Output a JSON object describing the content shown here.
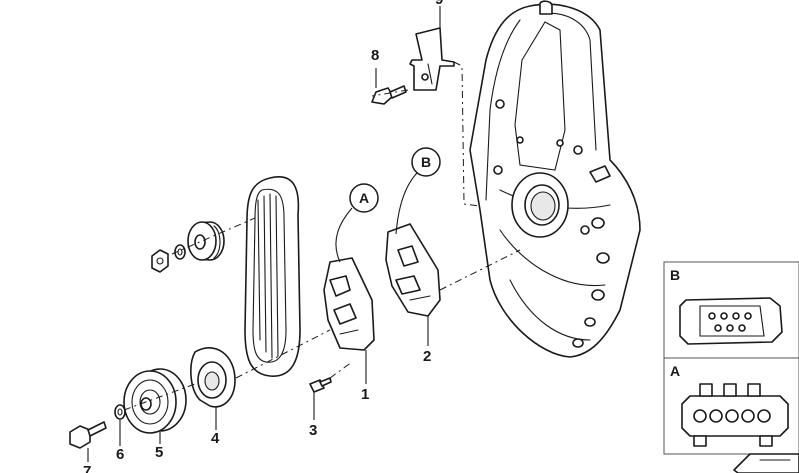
{
  "callouts": {
    "c1": "1",
    "c2": "2",
    "c3": "3",
    "c4": "4",
    "c5": "5",
    "c6": "6",
    "c7": "7",
    "c8": "8",
    "c9": "9"
  },
  "connectors": {
    "a": "A",
    "b": "B"
  },
  "insets": {
    "b_label": "B",
    "a_label": "A"
  }
}
